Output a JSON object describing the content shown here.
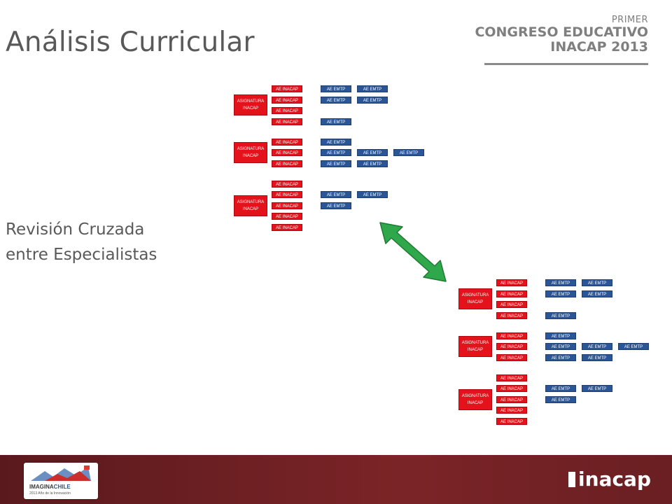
{
  "slide": {
    "title": "Análisis Curricular",
    "subtitle_line1": "Revisión Cruzada",
    "subtitle_line2": "entre Especialistas"
  },
  "congreso": {
    "line1": "PRIMER",
    "line2": "CONGRESO EDUCATIVO",
    "line3": "INACAP 2013"
  },
  "diagram": {
    "subject_label": "ASIGNATURA INACAP",
    "red_label": "AE INACAP",
    "blue_label": "AE EMTP",
    "groups": [
      {
        "rows": [
          2,
          2,
          0,
          1
        ]
      },
      {
        "rows": [
          1,
          3,
          2
        ]
      },
      {
        "rows": [
          0,
          2,
          1,
          0,
          0
        ]
      }
    ]
  },
  "arrow": {
    "color": "#2ea84a"
  },
  "footer": {
    "imagina_name_1": "IMAGINA",
    "imagina_name_2": "CHILE",
    "imagina_tagline": "2013 Año de la Innovación",
    "inacap_logo": "inacap"
  },
  "colors": {
    "red": "#e3121b",
    "blue": "#2a5596",
    "footer": "#6e2023"
  }
}
